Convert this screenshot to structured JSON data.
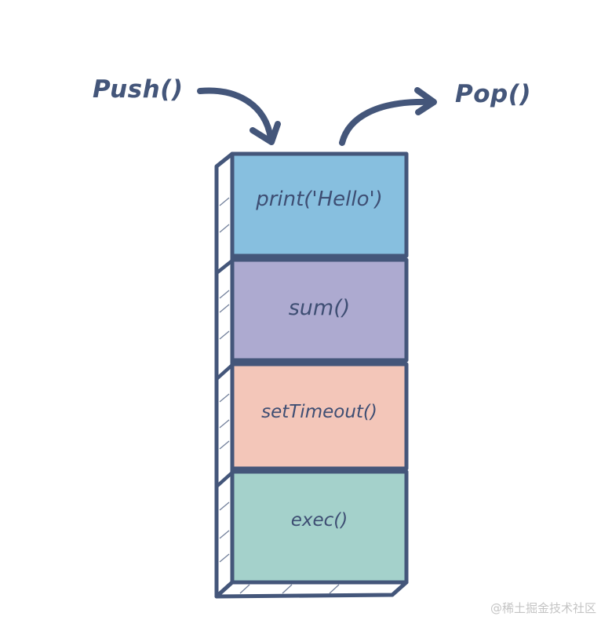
{
  "push_label": "Push()",
  "pop_label": "Pop()",
  "stack_frames": [
    {
      "label": "print('Hello')",
      "color": "#87bfdf"
    },
    {
      "label": "sum()",
      "color": "#adaad0"
    },
    {
      "label": "setTimeout()",
      "color": "#f3c6b9"
    },
    {
      "label": "exec()",
      "color": "#a4d1cb"
    }
  ],
  "outline_color": "#44567a",
  "watermark": "@稀土掘金技术社区"
}
